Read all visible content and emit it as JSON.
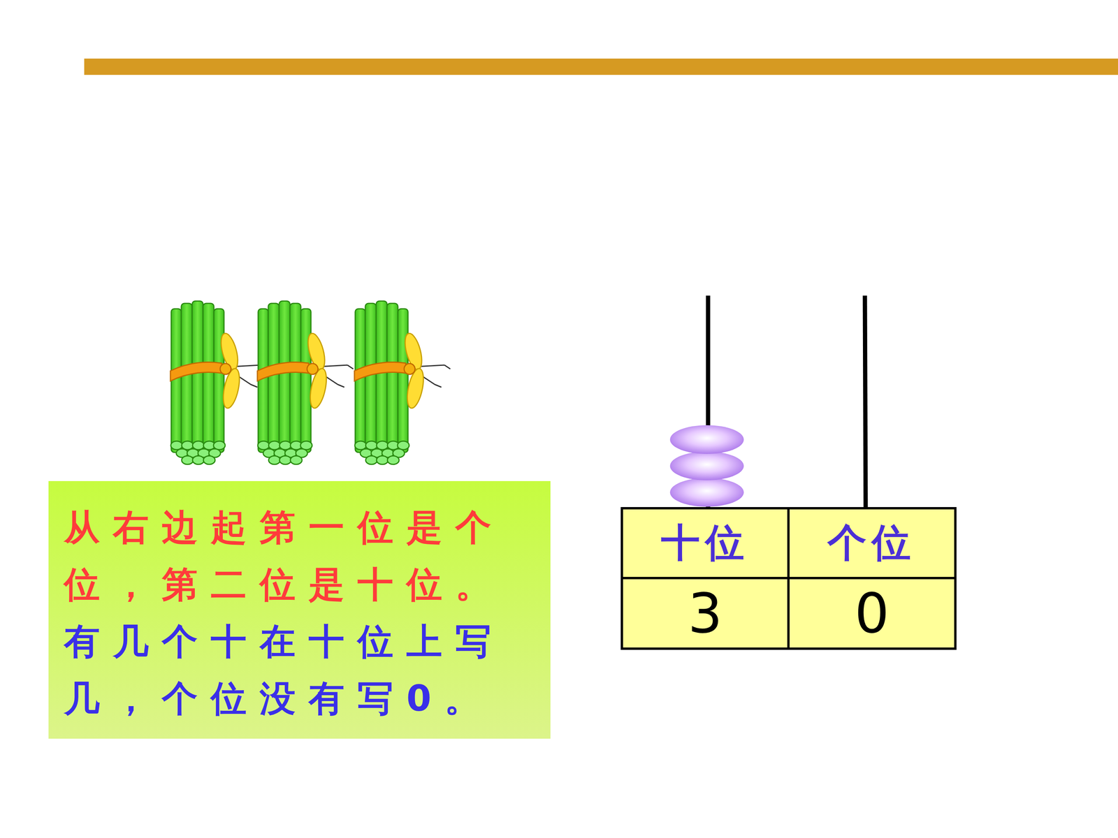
{
  "diagram": {
    "nodes": [
      {
        "text": [
          "从右边起第一位是个位，第二位是十位。",
          "有几个十在十位上写几，个位没有写0。"
        ]
      }
    ],
    "labels": [
      "十位",
      "个位",
      "3",
      "0"
    ]
  }
}
